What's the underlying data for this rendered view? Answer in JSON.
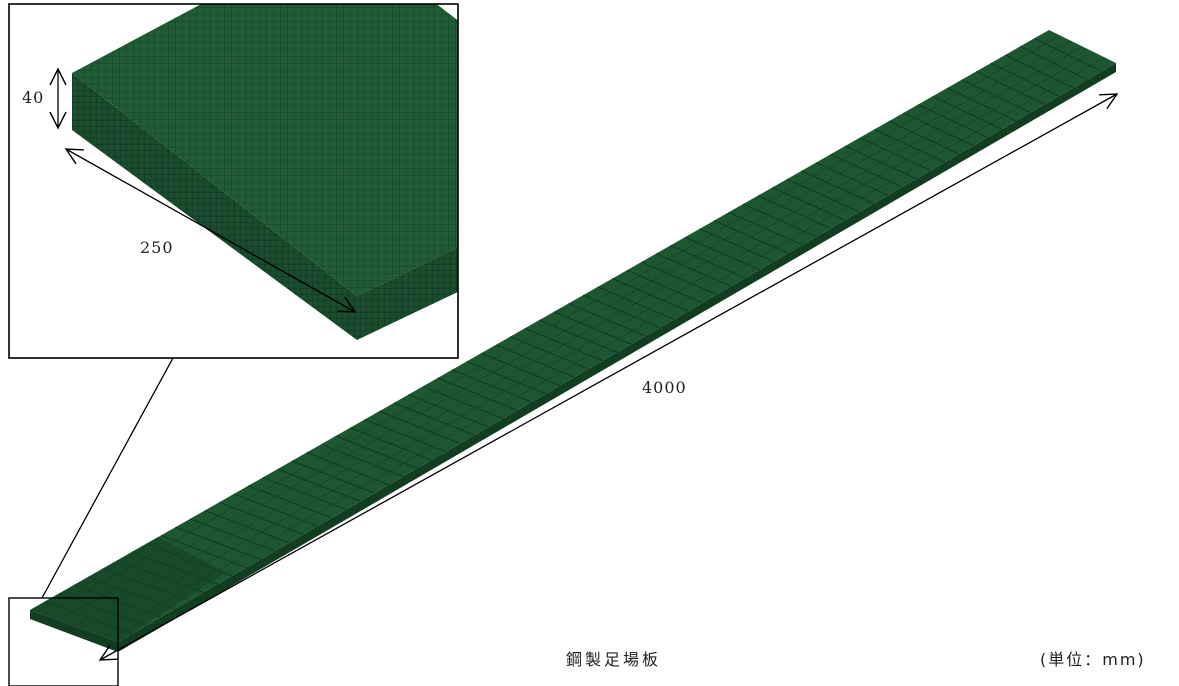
{
  "figure": {
    "caption": "鋼製足場板",
    "unit_note": "(単位：mm)"
  },
  "dimensions": {
    "height_label": "40",
    "width_label": "250",
    "length_label": "4000"
  },
  "colors": {
    "board_top": "#1f5a33",
    "board_side": "#144326",
    "board_side_dark": "#0f3a21",
    "mesh_line": "#0c2e18",
    "frame": "#000000",
    "arrow": "#000000"
  }
}
